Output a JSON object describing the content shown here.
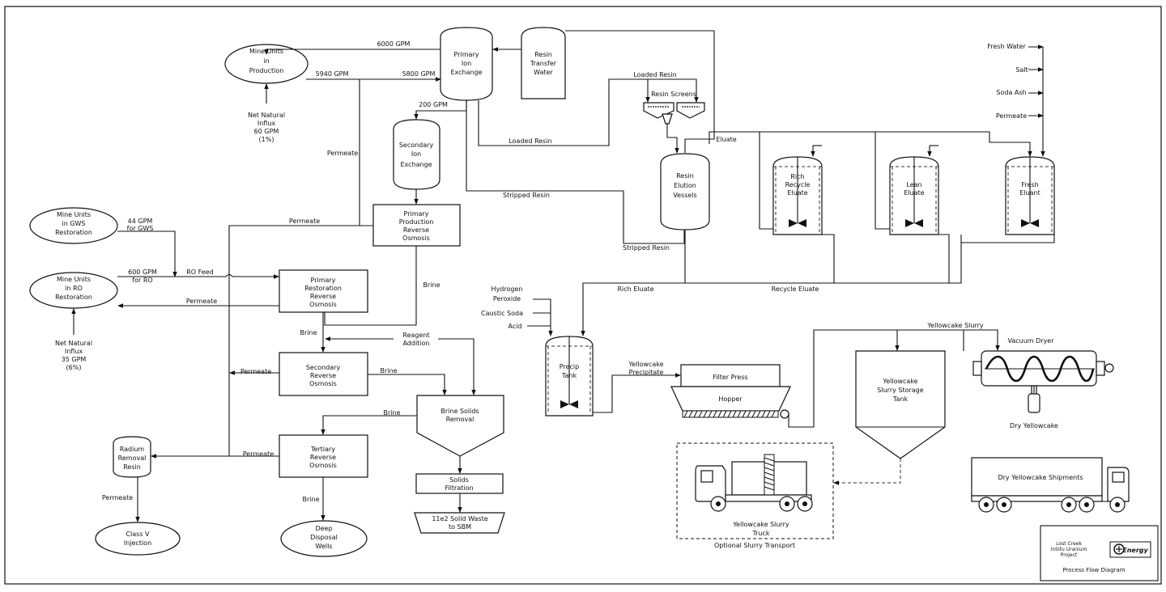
{
  "units": {
    "mine_production": [
      "Mine Units",
      "in",
      "Production"
    ],
    "mine_gws": [
      "Mine Units",
      "in GWS",
      "Restoration"
    ],
    "mine_ro": [
      "Mine Units",
      "in RO",
      "Restoration"
    ],
    "class_v": [
      "Class V",
      "Injection"
    ],
    "deep_disposal": [
      "Deep",
      "Disposal",
      "Wells"
    ],
    "primary_ix": [
      "Primary",
      "Ion",
      "Exchange"
    ],
    "resin_transfer": [
      "Resin",
      "Transfer",
      "Water"
    ],
    "secondary_ix": [
      "Secondary",
      "Ion",
      "Exchange"
    ],
    "ppro": [
      "Primary",
      "Production",
      "Reverse",
      "Osmosis"
    ],
    "prro": [
      "Primary",
      "Restoration",
      "Reverse",
      "Osmosis"
    ],
    "sro": [
      "Secondary",
      "Reverse",
      "Osmosis"
    ],
    "tro": [
      "Tertiary",
      "Reverse",
      "Osmosis"
    ],
    "radium": [
      "Radium",
      "Removal",
      "Resin"
    ],
    "brine_solids": [
      "Brine Solids",
      "Removal"
    ],
    "solids_filtration": [
      "Solids",
      "Filtration"
    ],
    "waste": [
      "11e2 Solid Waste",
      "to SBM"
    ],
    "resin_screens": "Resin Screens",
    "elution": [
      "Resin",
      "Elution",
      "Vessels"
    ],
    "rich_recycle": [
      "Rich",
      "Recycle",
      "Eluate"
    ],
    "lean": [
      "Lean",
      "Eluate"
    ],
    "fresh": [
      "Fresh",
      "Eluant"
    ],
    "precip": [
      "Precip",
      "Tank"
    ],
    "filter_press": "Filter Press",
    "hopper": "Hopper",
    "slurry_storage": [
      "Yellowcake",
      "Slurry Storage",
      "Tank"
    ],
    "vacuum_dryer": "Vacuum Dryer",
    "dry_yellowcake": "Dry Yellowcake",
    "shipments": "Dry Yellowcake Shipments",
    "slurry_truck": [
      "Yellowcake Slurry",
      "Truck"
    ],
    "optional_transport": "Optional Slurry Transport"
  },
  "flows": {
    "gpm6000": "6000 GPM",
    "gpm5940": "5940 GPM",
    "gpm5800": "5800 GPM",
    "gpm200": "200 GPM",
    "influx_prod": [
      "Net Natural",
      "Influx",
      "60 GPM",
      "(1%)"
    ],
    "gws_flow": [
      "44 GPM",
      "for GWS"
    ],
    "ro_flow": [
      "600 GPM",
      "for RO"
    ],
    "ro_feed": "RO Feed",
    "influx_ro": [
      "Net Natural",
      "Influx",
      "35 GPM",
      "(6%)"
    ],
    "permeate": "Permeate",
    "brine": "Brine",
    "reagent": [
      "Reagent",
      "Addition"
    ],
    "loaded_resin": "Loaded Resin",
    "stripped_resin": "Stripped Resin",
    "eluate": "Eluate",
    "rich_eluate": "Rich Eluate",
    "recycle_eluate": "Recycle Eluate",
    "hydrogen_peroxide": [
      "Hydrogen",
      "Peroxide"
    ],
    "caustic_soda": "Caustic Soda",
    "acid": "Acid",
    "yellowcake_precipitate": [
      "Yellowcake",
      "Precipitate"
    ],
    "yellowcake_slurry": "Yellowcake Slurry",
    "fresh_water": "Fresh Water",
    "salt": "Salt",
    "soda_ash": "Soda Ash"
  },
  "title_block": {
    "project": [
      "Lost Creek",
      "InSitu Uranium",
      "Project"
    ],
    "logo_text": "Energy",
    "title": "Process Flow Diagram"
  }
}
